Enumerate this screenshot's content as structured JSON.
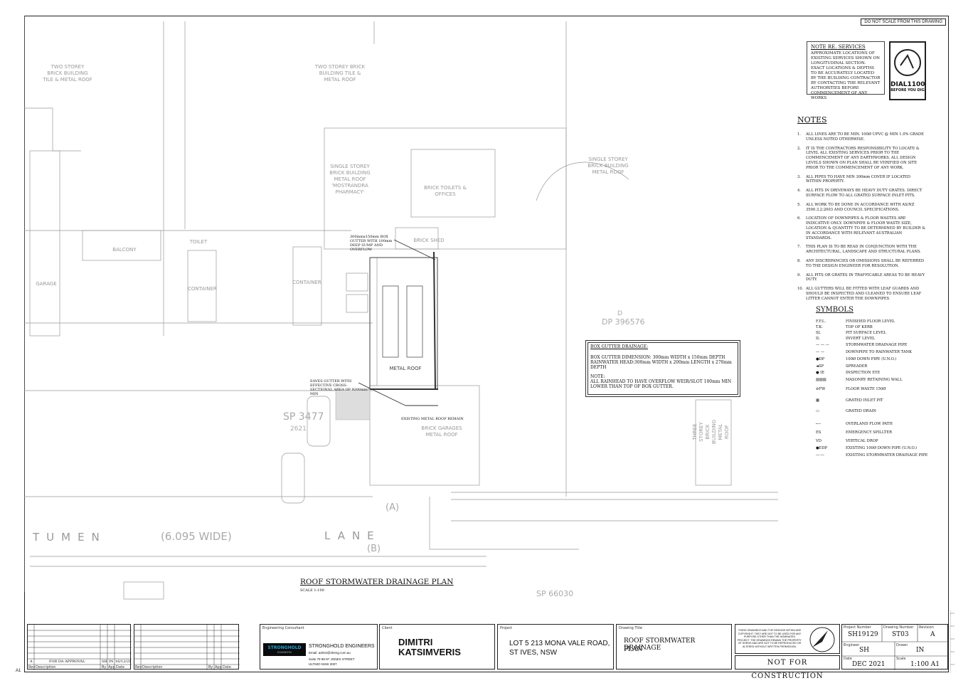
{
  "sheet": {
    "do_not_scale": "DO NOT SCALE FROM THIS DRAWING",
    "a1_mark": "A1"
  },
  "note_re_services": {
    "title": "NOTE RE. SERVICES",
    "body": "APPROXIMATE LOCATIONS OF EXISTING SERVICES SHOWN ON LONGITUDINAL SECTION. EXACT LOCATIONS & DEPTHS TO BE ACCURATELY LOCATED BY THE BUILDING CONTRACTOR BY CONTACTING THE RELEVANT AUTHORITIES BEFORE COMMENCEMENT OF ANY WORKS"
  },
  "dial": {
    "number": "DIAL1100",
    "sub": "BEFORE YOU DIG"
  },
  "notes": {
    "title": "NOTES",
    "items": [
      {
        "n": "1.",
        "text": "ALL LINES ARE TO BE MIN. 100Ø UPVC @ MIN 1.0% GRADE UNLESS NOTED OTHERWISE."
      },
      {
        "n": "2.",
        "text": "IT IS THE CONTRACTORS RESPONSIBILITY TO LOCATE & LEVEL ALL EXISTING SERVICES PRIOR TO THE COMMENCEMENT OF ANY EARTHWORKS. ALL DESIGN LEVELS SHOWN ON PLAN SHALL BE VERIFIED ON SITE PRIOR TO THE COMMENCEMENT OF ANY WORK."
      },
      {
        "n": "3.",
        "text": "ALL PIPES TO HAVE MIN 300mm COVER IF LOCATED WITHIN PROPERTY."
      },
      {
        "n": "4.",
        "text": "ALL PITS IN DRIVEWAYS BE HEAVY DUTY GRATES. DIRECT SURFACE FLOW TO ALL GRATED SURFACE INLET PITS."
      },
      {
        "n": "5.",
        "text": "ALL WORK TO BE DONE IN ACCORDANCE WITH AS/NZ 3500.3.2:2003 AND COUNCIL SPECIFICATIONS."
      },
      {
        "n": "6.",
        "text": "LOCATION OF DOWNPIPES & FLOOR WASTES ARE INDICATIVE ONLY. DOWNPIPE & FLOOR WASTE SIZE, LOCATION & QUANTITY TO BE DETERMINED BY BUILDER & IN ACCORDANCE WITH RELEVANT AUSTRALIAN STANDARDS."
      },
      {
        "n": "7.",
        "text": "THIS PLAN IS TO BE READ IN CONJUNCTION WITH THE ARCHITECTURAL, LANDSCAPE AND STRUCTURAL PLANS."
      },
      {
        "n": "8.",
        "text": "ANY DISCREPANCIES OR OMISSIONS SHALL BE REFERRED TO THE DESIGN ENGINEER FOR RESOLUTION."
      },
      {
        "n": "9.",
        "text": "ALL PITS OR GRATES IN TRAFFICABLE AREAS TO BE HEAVY DUTY."
      },
      {
        "n": "10.",
        "text": "ALL GUTTERS WILL BE FITTED WITH LEAF GUARDS AND SHOULD BE INSPECTED AND CLEANED TO ENSURE LEAF LITTER CANNOT ENTER THE DOWNPIPES"
      }
    ]
  },
  "symbols": {
    "title": "SYMBOLS",
    "items": [
      {
        "code": "F.F.L.",
        "desc": "FINISHED FLOOR LEVEL"
      },
      {
        "code": "T.K.",
        "desc": "TOP OF KERB"
      },
      {
        "code": "SL",
        "desc": "PIT SURFACE LEVEL"
      },
      {
        "code": "IL",
        "desc": "INVERT LEVEL"
      },
      {
        "code": "— — —",
        "desc": "STORMWATER DRAINAGE PIPE"
      },
      {
        "code": "— —",
        "desc": "DOWNPIPE TO RAINWATER TANK"
      },
      {
        "code": "●DP",
        "desc": "100Ø DOWN PIPE (U.N.O.)"
      },
      {
        "code": "◄SP",
        "desc": "SPREADER"
      },
      {
        "code": "● IE",
        "desc": "INSPECTION EYE"
      },
      {
        "code": "▨▨▨",
        "desc": "MASONRY RETAINING WALL"
      },
      {
        "code": "⊘FW",
        "desc": "FLOOR WASTE 150Ø"
      },
      {
        "code": "▦",
        "desc": "GRATED INLET PIT"
      },
      {
        "code": "▭",
        "desc": "GRATED DRAIN"
      },
      {
        "code": "⟵",
        "desc": "OVERLAND FLOW PATH"
      },
      {
        "code": "ES",
        "desc": "EMERGENCY SPILLTER"
      },
      {
        "code": "VD",
        "desc": "VERTICAL DROP"
      },
      {
        "code": "●EDP",
        "desc": "EXISTING 100Ø DOWN PIPE (U.N.O.)"
      },
      {
        "code": "—·—",
        "desc": "EXISTING STORMWATER DRAINAGE PIPE"
      }
    ]
  },
  "box_gutter": {
    "title": "BOX GUTTER DRAINAGE:",
    "line1": "BOX GUTTER DIMENSION: 300mm WIDTH x 150mm DEPTH",
    "line2": "RAINWATER HEAD:300mm WIDTH x 200mm LENGTH x 270mm DEPTH",
    "note_label": "NOTE:",
    "note": "ALL RAINHEAD TO HAVE OVERFLOW WEIR/SLOT 100mm MIN LOWER THAN TOP OF BOX GUTTER."
  },
  "plan": {
    "title": "ROOF STORMWATER DRAINAGE PLAN",
    "scale": "SCALE 1:100",
    "street": "TUMEN",
    "street_width": "(6.095 WIDE)",
    "lane": "LANE",
    "lot_a": "(A)",
    "lot_b": "(B)",
    "sp_left": "SP 3477",
    "sp_left_sub": "2621",
    "dp_right": "DP 396576",
    "dp_right_num": "D",
    "sp_bottom": "SP 66030",
    "callout_gutter": "300mmx150mm BOX GUTTER WITH 100mm DEEP SUMP AND OVERFLOW",
    "callout_eaves": "EAVES GUTTER WITH EFFECTIVE CROSS-SECTIONAL AREA OF 9200mm² MIN",
    "callout_roof": "EXISTING METAL ROOF REMAIN",
    "metal_roof": "METAL ROOF",
    "buildings": [
      "TWO STOREY BRICK BUILDING TILE & METAL ROOF",
      "TWO STOREY BRICK BUILDING TILE & METAL ROOF",
      "SINGLE STOREY BRICK BUILDING METAL ROOF 'MOSTRANDRA PHARMACY'",
      "BRICK TOILETS & OFFICES",
      "SINGLE STOREY BRICK BUILDING METAL ROOF",
      "BRICK SHED",
      "BALCONY",
      "GARAGE",
      "TOILET",
      "CONTAINER",
      "CONTAINER",
      "BRICK GARAGES METAL ROOF",
      "THREE STOREY BRICK BUILDING METAL ROOF"
    ]
  },
  "title_block": {
    "revisions": [
      {
        "rev": "A",
        "desc": "FOR DA APPROVAL",
        "by": "SH",
        "app": "IN",
        "date": "16/12/21"
      }
    ],
    "rev_headers": {
      "rev": "Rev",
      "desc": "Description",
      "by": "By",
      "app": "App",
      "date": "Date"
    },
    "consultant_label": "Engineering Consultant",
    "consultant_logo": "STRONGHOLD",
    "consultant_logo_sub": "ENGINEERS",
    "consultant_name": "STRONGHOLD ENGINEERS",
    "consultant_email": "Email: admin@sheng.com.au",
    "consultant_addr1": "Suite 79 89-97 JONES STREET",
    "consultant_addr2": "ULTIMO NSW 2007",
    "client_label": "Client",
    "client_name1": "DIMITRI",
    "client_name2": "KATSIMVERIS",
    "project_label": "Project",
    "project1": "LOT 5 213 MONA VALE ROAD,",
    "project2": "ST IVES, NSW",
    "drawing_title_label": "Drawing Title",
    "drawing_title1": "ROOF STORMWATER DRAINAGE",
    "drawing_title2": "PLAN",
    "copyright": "THESE DRAWINGS AND THE DESIGNS WITHIN ARE COPYRIGHT. THEY ARE NOT TO BE USED FOR ANY PURPOSE OTHER THAN THE NOMINATED PROJECT. THE DRAWINGS REMAIN THE PROPERTY OF SHENG AND ARE NOT TO BE REPRODUCED OR ALTERED WITHOUT WRITTEN PERMISSION.",
    "not_for_construction": "NOT FOR CONSTRUCTION",
    "project_number_label": "Project Number",
    "project_number": "SH19129",
    "drawing_number_label": "Drawing Number",
    "drawing_number": "ST03",
    "revision_label": "Revision",
    "revision": "A",
    "engineer_label": "Engineer",
    "engineer": "SH",
    "drawn_label": "Drawn",
    "drawn": "IN",
    "date_label": "Date",
    "date": "DEC 2021",
    "scale_label": "Scale",
    "scale": "1:100 A1"
  }
}
